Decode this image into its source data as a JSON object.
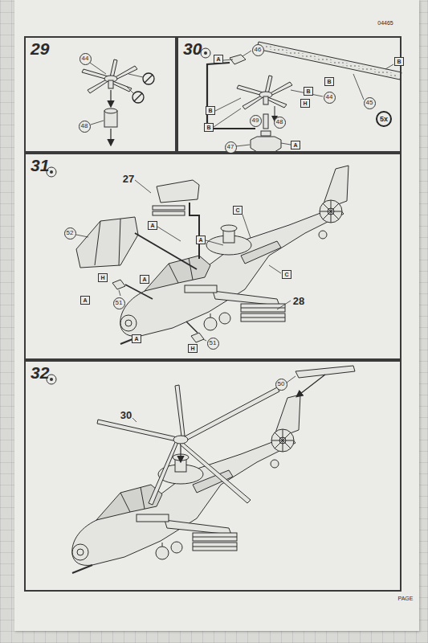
{
  "diagram": {
    "nodes": [
      {
        "text": [
          "29"
        ]
      },
      {
        "text": [
          "44"
        ],
        "in": 0
      },
      {
        "text": [
          "48"
        ],
        "in": 0
      },
      {
        "text": [
          "30"
        ]
      },
      {
        "text": [
          "46"
        ],
        "in": 3
      },
      {
        "text": [
          "44"
        ],
        "in": 3
      },
      {
        "text": [
          "45"
        ],
        "in": 3
      },
      {
        "text": [
          "5x"
        ],
        "in": 3
      },
      {
        "text": [
          "49"
        ],
        "in": 3
      },
      {
        "text": [
          "48"
        ],
        "in": 3
      },
      {
        "text": [
          "47"
        ],
        "in": 3
      },
      {
        "text": [
          "31"
        ]
      },
      {
        "text": [
          "52"
        ],
        "in": 11
      },
      {
        "text": [
          "51"
        ],
        "in": 11
      },
      {
        "text": [
          "51"
        ],
        "in": 11
      },
      {
        "text": [
          "32"
        ]
      },
      {
        "text": [
          "50"
        ],
        "in": 15
      }
    ],
    "labels": [
      "04465",
      "A",
      "B",
      "B",
      "B",
      "H",
      "B",
      "B",
      "A",
      "27",
      "A",
      "C",
      "A",
      "H",
      "A",
      "A",
      "C",
      "28",
      "A",
      "H",
      "30",
      "PAGE"
    ]
  }
}
